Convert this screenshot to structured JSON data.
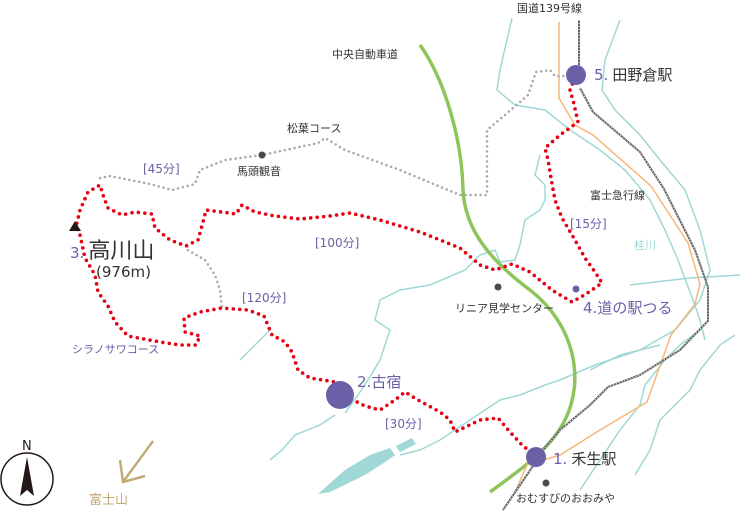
{
  "colors": {
    "route": "#e60012",
    "station": "#6b5fa8",
    "highway": "#8dc55a",
    "river": "#9fd8d6",
    "road": "#f7b77a",
    "rail": "#666666",
    "trail": "#aaaaaa",
    "fuji": "#c2ab78"
  },
  "labels": {
    "route139": "国道139号線",
    "expressway": "中央自動車道",
    "shoyo_course": "松葉コース",
    "bato_kannon": "馬頭観音",
    "fujikyu_line": "富士急行線",
    "katsura_river": "桂川",
    "linear_center": "リニア見学センター",
    "shiranosawa_course": "シラノサワコース",
    "omusubi": "おむすびのおおみや",
    "mt_fuji": "富士山",
    "north": "N"
  },
  "times": {
    "t45": "[45分]",
    "t100": "[100分]",
    "t120": "[120分]",
    "t15": "[15分]",
    "t30": "[30分]"
  },
  "stops": [
    {
      "num": "1.",
      "name": "禾生駅"
    },
    {
      "num": "2.",
      "name": "古宿"
    },
    {
      "num": "3.",
      "name": "高川山",
      "elevation": "(976m)"
    },
    {
      "num": "4.",
      "name": "道の駅つる"
    },
    {
      "num": "5.",
      "name": "田野倉駅"
    }
  ]
}
